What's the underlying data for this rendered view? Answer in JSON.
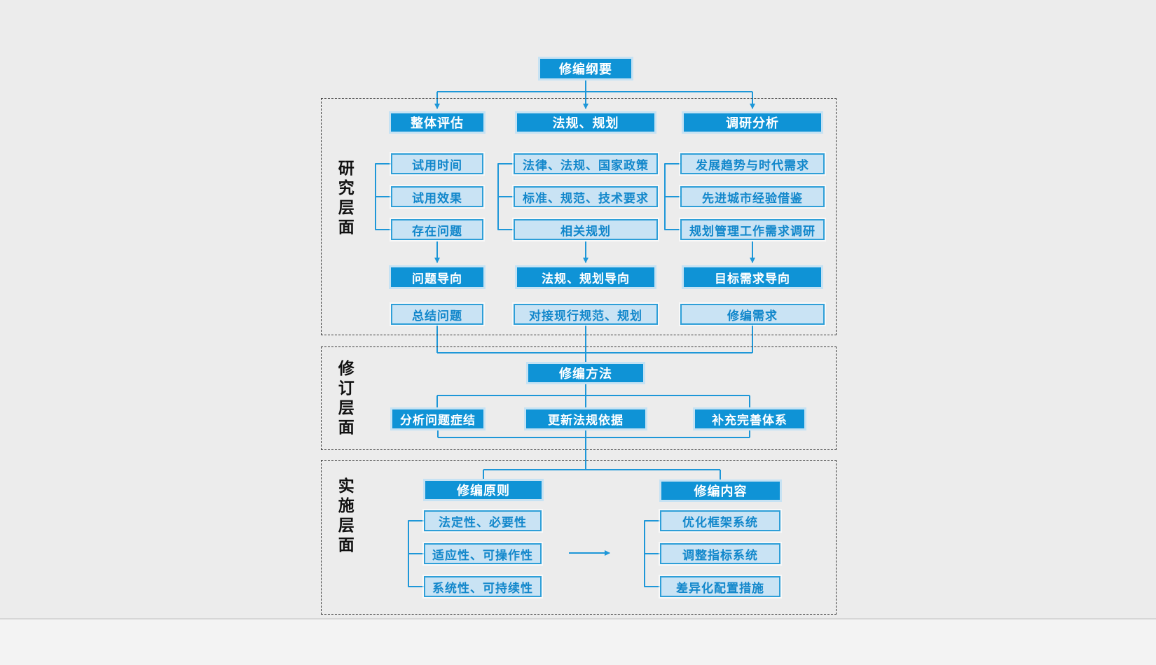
{
  "diagram": {
    "root_label": "修编纲要",
    "sections": [
      {
        "label": "研究层面"
      },
      {
        "label": "修订层面"
      },
      {
        "label": "实施层面"
      }
    ],
    "research": {
      "columns": [
        {
          "header": "整体评估",
          "items": [
            "试用时间",
            "试用效果",
            "存在问题"
          ],
          "orientation": "问题导向",
          "result": "总结问题"
        },
        {
          "header": "法规、规划",
          "items": [
            "法律、法规、国家政策",
            "标准、规范、技术要求",
            "相关规划"
          ],
          "orientation": "法规、规划导向",
          "result": "对接现行规范、规划"
        },
        {
          "header": "调研分析",
          "items": [
            "发展趋势与时代需求",
            "先进城市经验借鉴",
            "规划管理工作需求调研"
          ],
          "orientation": "目标需求导向",
          "result": "修编需求"
        }
      ]
    },
    "revision": {
      "method": "修编方法",
      "approaches": [
        "分析问题症结",
        "更新法规依据",
        "补充完善体系"
      ]
    },
    "implementation": {
      "principles": {
        "header": "修编原则",
        "items": [
          "法定性、必要性",
          "适应性、可操作性",
          "系统性、可持续性"
        ]
      },
      "contents": {
        "header": "修编内容",
        "items": [
          "优化框架系统",
          "调整指标系统",
          "差异化配置措施"
        ]
      }
    },
    "colors": {
      "primary": "#0f93d6",
      "light_fill": "#c9e3f4",
      "light_border": "#2e9fd8",
      "light_text": "#1287cb",
      "connector": "#1e97d8"
    }
  }
}
